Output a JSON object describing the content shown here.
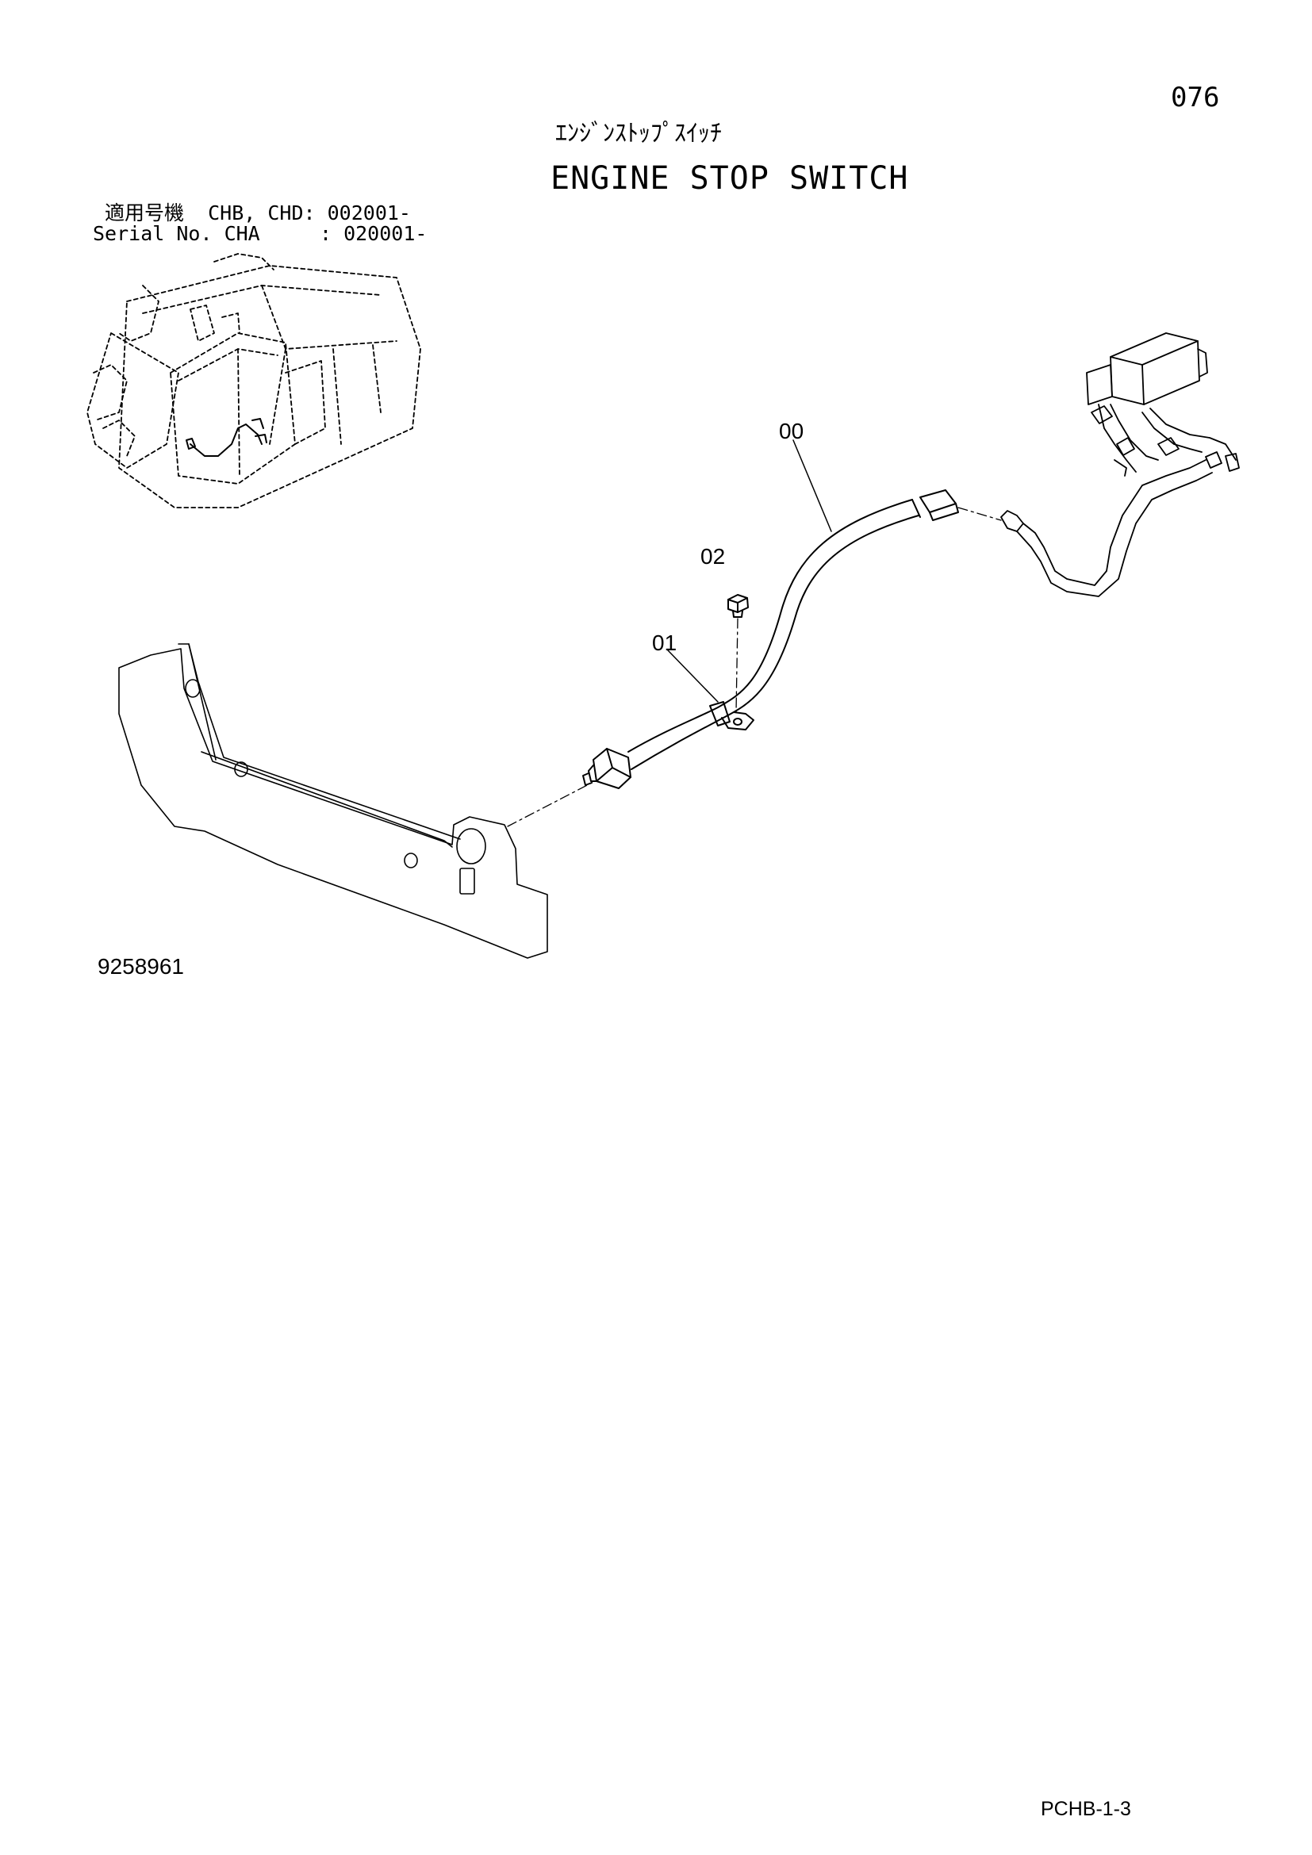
{
  "header": {
    "page_number": "076",
    "title_jp": "ｴﾝｼﾞﾝｽﾄｯﾌﾟｽｲｯﾁ",
    "title_en": "ENGINE STOP SWITCH",
    "serial_line_1": "適用号機  CHB, CHD: 002001-",
    "serial_line_2": "Serial No. CHA     : 020001-"
  },
  "callouts": [
    {
      "id": "00",
      "label": "00"
    },
    {
      "id": "02",
      "label": "02"
    },
    {
      "id": "01",
      "label": "01"
    }
  ],
  "footer": {
    "drawing_number": "9258961",
    "doc_code": "PCHB-1-3"
  }
}
